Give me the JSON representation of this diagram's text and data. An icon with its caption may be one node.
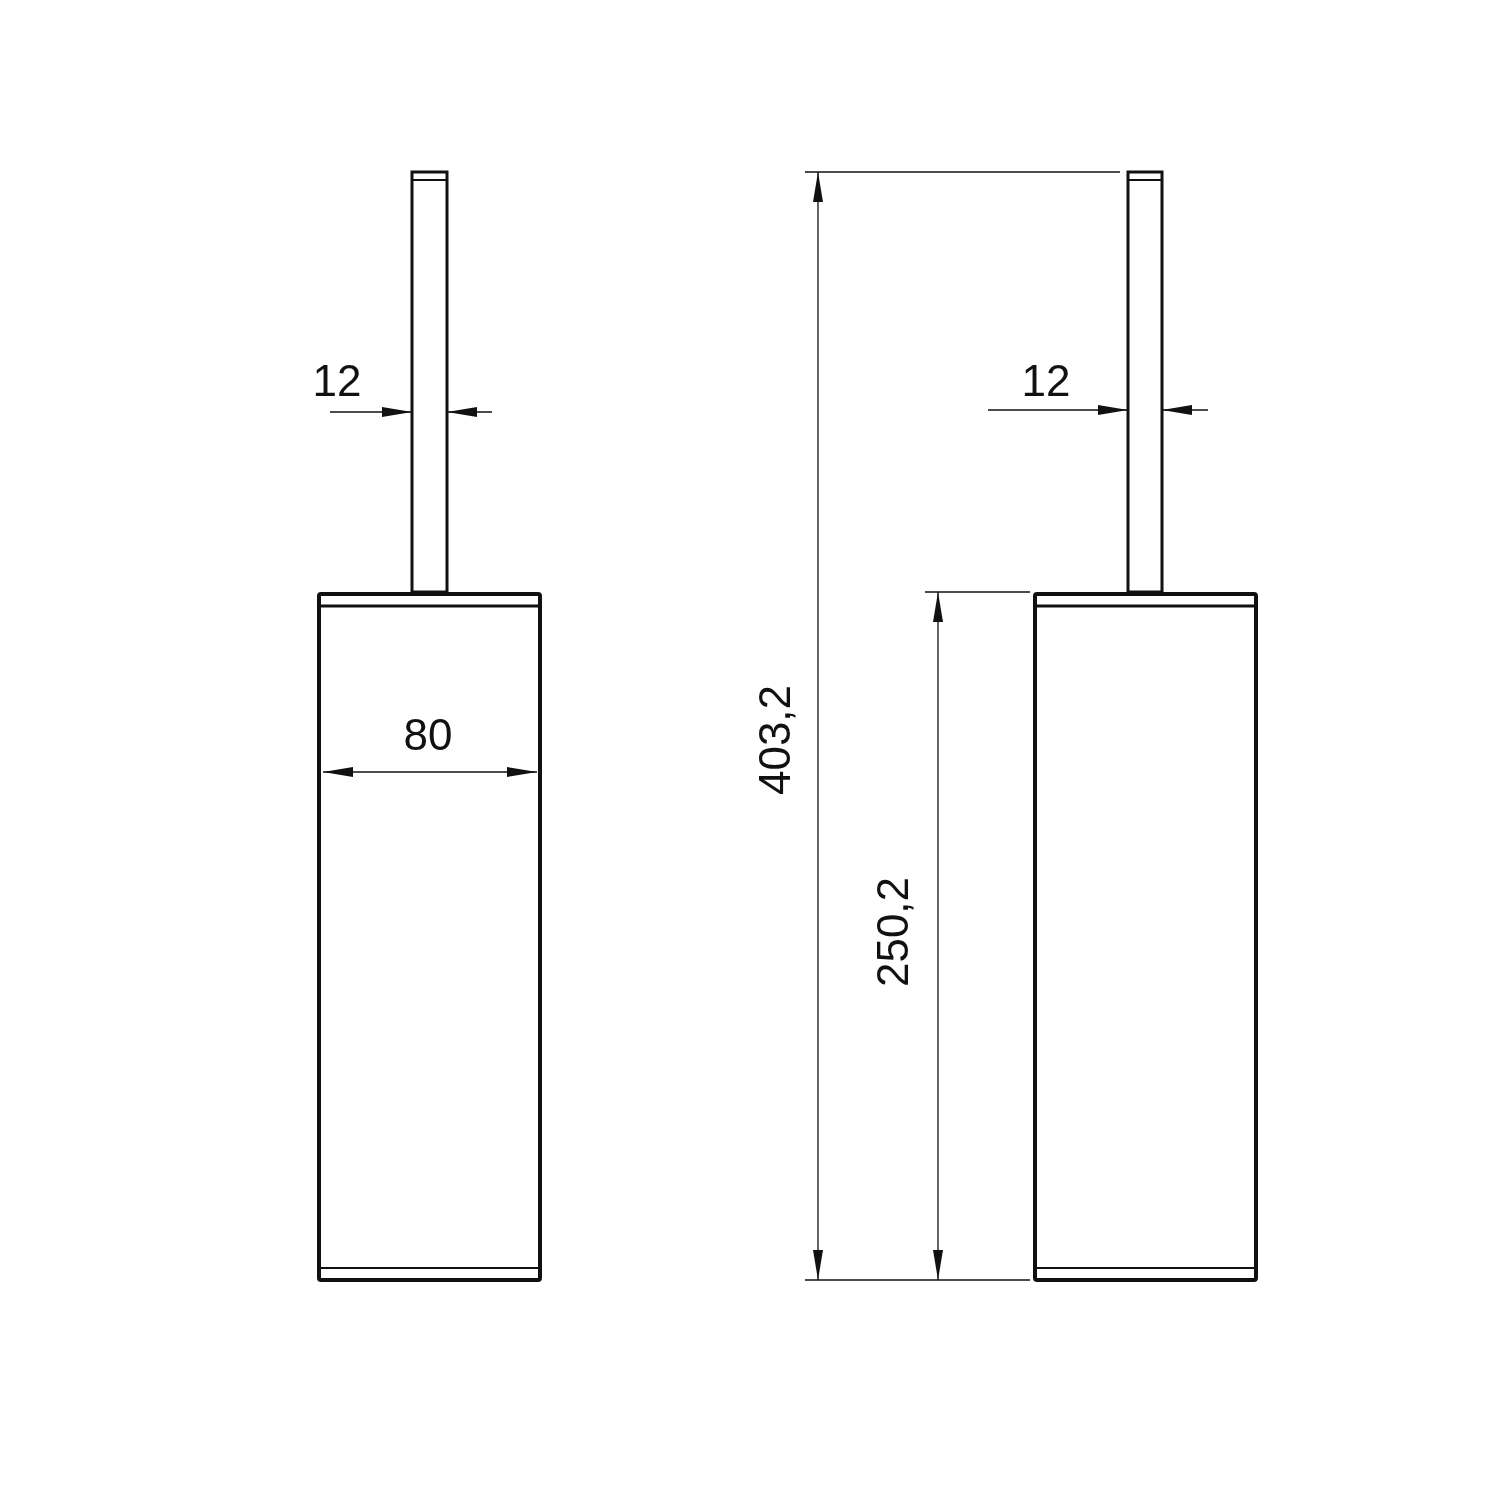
{
  "diagram": {
    "labels": [
      "12",
      "12",
      "80",
      "403,2",
      "250,2"
    ]
  }
}
